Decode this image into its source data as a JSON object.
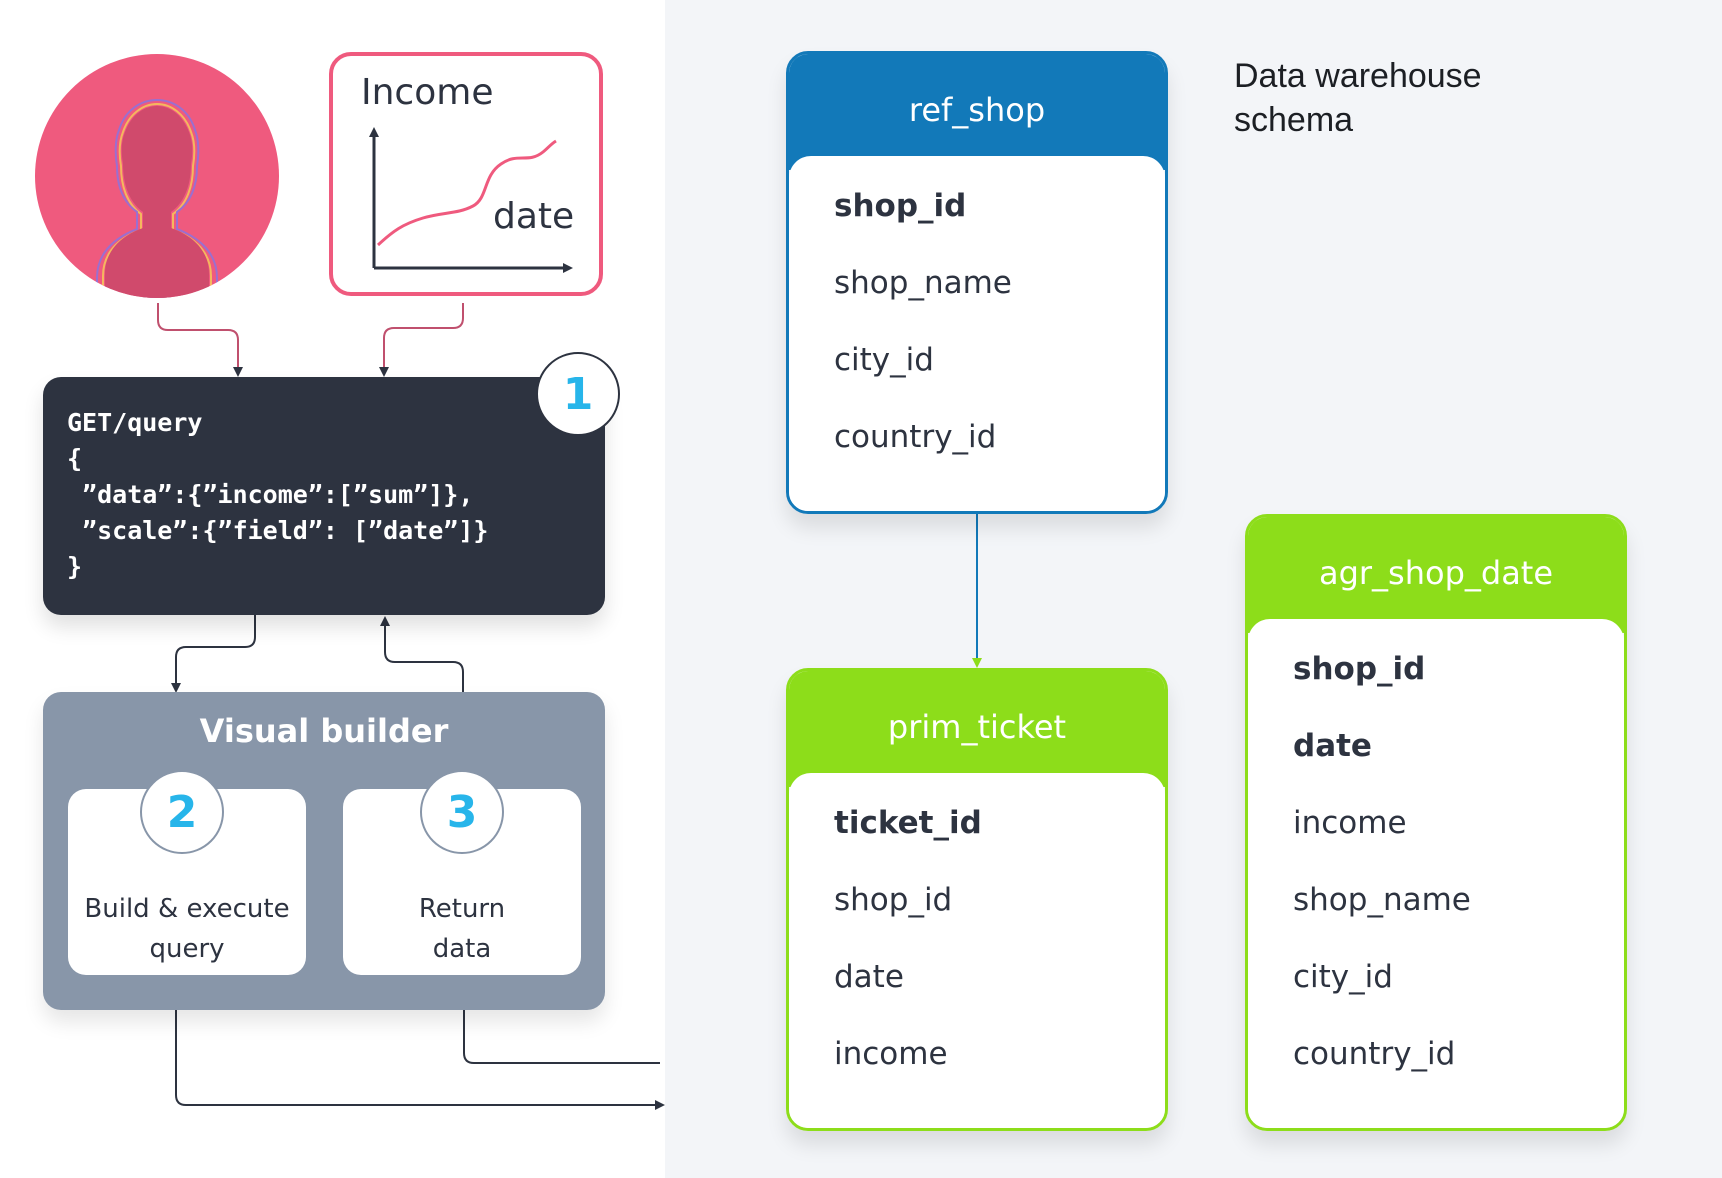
{
  "chart_card": {
    "y_label": "Income",
    "x_label": "date"
  },
  "query": {
    "code": "GET/query\n{\n ”data”:{”income”:[”sum”]},\n ”scale”:{”field”: [”date”]}\n}",
    "step": "1"
  },
  "builder": {
    "title": "Visual builder",
    "steps": [
      {
        "number": "2",
        "label": "Build & execute\nquery"
      },
      {
        "number": "3",
        "label": "Return\ndata"
      }
    ]
  },
  "schema": {
    "label": "Data warehouse\nschema",
    "tables": [
      {
        "name": "ref_shop",
        "rows": [
          {
            "text": "shop_id",
            "key": true
          },
          {
            "text": "shop_name",
            "key": false
          },
          {
            "text": "city_id",
            "key": false
          },
          {
            "text": "country_id",
            "key": false
          }
        ]
      },
      {
        "name": "prim_ticket",
        "rows": [
          {
            "text": "ticket_id",
            "key": true
          },
          {
            "text": "shop_id",
            "key": false
          },
          {
            "text": "date",
            "key": false
          },
          {
            "text": "income",
            "key": false
          }
        ]
      },
      {
        "name": "agr_shop_date",
        "rows": [
          {
            "text": "shop_id",
            "key": true
          },
          {
            "text": "date",
            "key": true
          },
          {
            "text": "income",
            "key": false
          },
          {
            "text": "shop_name",
            "key": false
          },
          {
            "text": "city_id",
            "key": false
          },
          {
            "text": "country_id",
            "key": false
          }
        ]
      }
    ]
  },
  "colors": {
    "accent_pink": "#ef5a7e",
    "dark": "#2d3340",
    "steel": "#8896a9",
    "badge_blue": "#27b5ea",
    "table_blue": "#1279b9",
    "table_green": "#8ddd1a"
  }
}
